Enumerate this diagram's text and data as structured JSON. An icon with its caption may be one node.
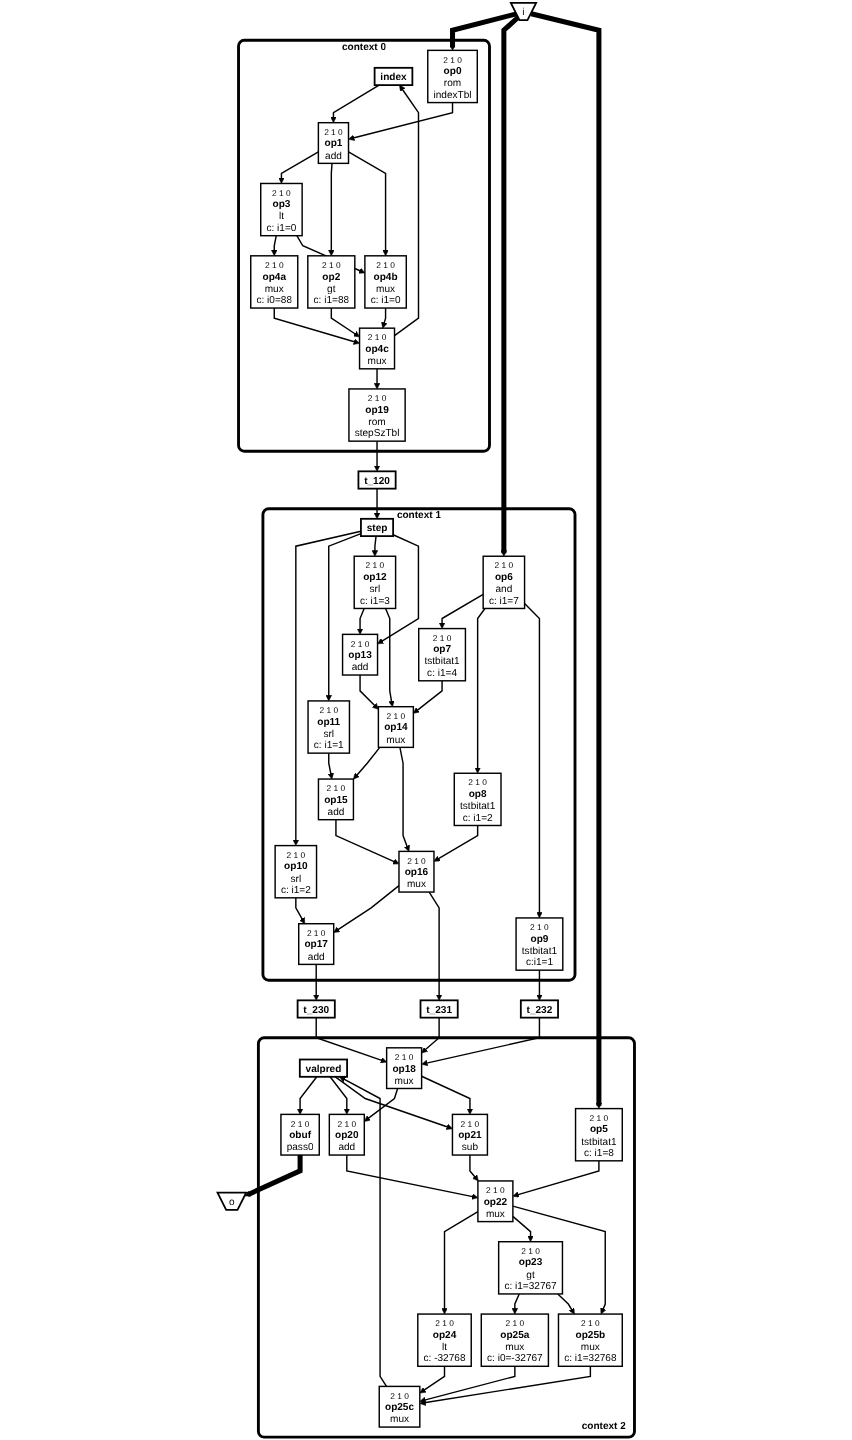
{
  "diagram": {
    "nodes": [
      {
        "text": [
          "i"
        ]
      },
      {
        "text": [
          "context 0"
        ]
      },
      {
        "text": [
          "2 1 0",
          "op0",
          "rom",
          "indexTbl"
        ],
        "in": 1
      },
      {
        "text": [
          "index"
        ],
        "in": 1
      },
      {
        "text": [
          "2 1 0",
          "op1",
          "add"
        ],
        "in": 1
      },
      {
        "text": [
          "2 1 0",
          "op3",
          "lt",
          "c: i1=0"
        ],
        "in": 1
      },
      {
        "text": [
          "2 1 0",
          "op2",
          "gt",
          "c: i1=88"
        ],
        "in": 1
      },
      {
        "text": [
          "2 1 0",
          "op4a",
          "mux",
          "c: i0=88"
        ],
        "in": 1
      },
      {
        "text": [
          "2 1 0",
          "op4b",
          "mux",
          "c: i1=0"
        ],
        "in": 1
      },
      {
        "text": [
          "2 1 0",
          "op4c",
          "mux"
        ],
        "in": 1
      },
      {
        "text": [
          "2 1 0",
          "op19",
          "rom",
          "stepSzTbl"
        ],
        "in": 1
      },
      {
        "text": [
          "context 1"
        ]
      },
      {
        "text": [
          "step"
        ],
        "in": 11
      },
      {
        "text": [
          "2 1 0",
          "op10",
          "srl",
          "c: i1=2"
        ],
        "in": 11
      },
      {
        "text": [
          "2 1 0",
          "op11",
          "srl",
          "c: i1=1"
        ],
        "in": 11
      },
      {
        "text": [
          "2 1 0",
          "op12",
          "srl",
          "c: i1=3"
        ],
        "in": 11
      },
      {
        "text": [
          "2 1 0",
          "op6",
          "and",
          "c: i1=7"
        ],
        "in": 11
      },
      {
        "text": [
          "2 1 0",
          "op13",
          "add"
        ],
        "in": 11
      },
      {
        "text": [
          "2 1 0",
          "op7",
          "tstbitat1",
          "c: i1=4"
        ],
        "in": 11
      },
      {
        "text": [
          "2 1 0",
          "op14",
          "mux"
        ],
        "in": 11
      },
      {
        "text": [
          "2 1 0",
          "op8",
          "tstbitat1",
          "c: i1=2"
        ],
        "in": 11
      },
      {
        "text": [
          "2 1 0",
          "op15",
          "add"
        ],
        "in": 11
      },
      {
        "text": [
          "2 1 0",
          "op16",
          "mux"
        ],
        "in": 11
      },
      {
        "text": [
          "2 1 0",
          "op17",
          "add"
        ],
        "in": 11
      },
      {
        "text": [
          "2 1 0",
          "op9",
          "tstbitat1",
          "c:i1=1"
        ],
        "in": 11
      },
      {
        "text": [
          "t_120"
        ]
      },
      {
        "text": [
          "t_230"
        ]
      },
      {
        "text": [
          "t_231"
        ]
      },
      {
        "text": [
          "t_232"
        ]
      },
      {
        "text": [
          "context 2"
        ]
      },
      {
        "text": [
          "2 1 0",
          "op18",
          "mux"
        ],
        "in": 29
      },
      {
        "text": [
          "valpred"
        ],
        "in": 29
      },
      {
        "text": [
          "2 1 0",
          "obuf",
          "pass0"
        ],
        "in": 29
      },
      {
        "text": [
          "2 1 0",
          "op20",
          "add"
        ],
        "in": 29
      },
      {
        "text": [
          "2 1 0",
          "op21",
          "sub"
        ],
        "in": 29
      },
      {
        "text": [
          "2 1 0",
          "op5",
          "tstbitat1",
          "c: i1=8"
        ],
        "in": 29
      },
      {
        "text": [
          "2 1 0",
          "op22",
          "mux"
        ],
        "in": 29
      },
      {
        "text": [
          "2 1 0",
          "op24",
          "lt",
          "c: -32768"
        ],
        "in": 29
      },
      {
        "text": [
          "2 1 0",
          "op23",
          "gt",
          "c: i1=32767"
        ],
        "in": 29
      },
      {
        "text": [
          "2 1 0",
          "op25a",
          "mux",
          "c: i0=-32767"
        ],
        "in": 29
      },
      {
        "text": [
          "2 1 0",
          "op25b",
          "mux",
          "c: i1=32768"
        ],
        "in": 29
      },
      {
        "text": [
          "2 1 0",
          "op25c",
          "mux"
        ],
        "in": 29
      },
      {
        "text": [
          "o"
        ]
      }
    ],
    "edges": [
      {
        "from": 0,
        "to": 2,
        "arrow": "to",
        "style": "thick"
      },
      {
        "from": 0,
        "to": 16,
        "arrow": "to",
        "style": "thick"
      },
      {
        "from": 0,
        "to": 35,
        "arrow": "to",
        "style": "thick"
      },
      {
        "from": 2,
        "to": 4,
        "arrow": "to"
      },
      {
        "from": 3,
        "to": 4,
        "arrow": "to"
      },
      {
        "from": 4,
        "to": 5,
        "arrow": "to"
      },
      {
        "from": 4,
        "to": 6,
        "arrow": "to"
      },
      {
        "from": 4,
        "to": 8,
        "arrow": "to"
      },
      {
        "from": 5,
        "to": 7,
        "arrow": "to"
      },
      {
        "from": 5,
        "to": 8,
        "arrow": "to"
      },
      {
        "from": 6,
        "to": 9,
        "arrow": "to"
      },
      {
        "from": 7,
        "to": 9,
        "arrow": "to"
      },
      {
        "from": 8,
        "to": 9,
        "arrow": "to"
      },
      {
        "from": 9,
        "to": 3,
        "arrow": "to"
      },
      {
        "from": 9,
        "to": 10,
        "arrow": "to"
      },
      {
        "from": 10,
        "to": 25,
        "arrow": "to"
      },
      {
        "from": 25,
        "to": 12,
        "arrow": "to"
      },
      {
        "from": 12,
        "to": 13,
        "arrow": "to"
      },
      {
        "from": 12,
        "to": 14,
        "arrow": "to"
      },
      {
        "from": 12,
        "to": 15,
        "arrow": "to"
      },
      {
        "from": 12,
        "to": 17,
        "arrow": "to"
      },
      {
        "from": 15,
        "to": 17,
        "arrow": "to"
      },
      {
        "from": 15,
        "to": 19,
        "arrow": "to"
      },
      {
        "from": 16,
        "to": 18,
        "arrow": "to"
      },
      {
        "from": 16,
        "to": 20,
        "arrow": "to"
      },
      {
        "from": 16,
        "to": 24,
        "arrow": "to"
      },
      {
        "from": 17,
        "to": 19,
        "arrow": "to"
      },
      {
        "from": 18,
        "to": 19,
        "arrow": "to"
      },
      {
        "from": 14,
        "to": 21,
        "arrow": "to"
      },
      {
        "from": 19,
        "to": 21,
        "arrow": "to"
      },
      {
        "from": 19,
        "to": 22,
        "arrow": "to"
      },
      {
        "from": 21,
        "to": 22,
        "arrow": "to"
      },
      {
        "from": 20,
        "to": 22,
        "arrow": "to"
      },
      {
        "from": 13,
        "to": 23,
        "arrow": "to"
      },
      {
        "from": 22,
        "to": 23,
        "arrow": "to"
      },
      {
        "from": 22,
        "to": 27,
        "arrow": "to"
      },
      {
        "from": 23,
        "to": 26,
        "arrow": "to"
      },
      {
        "from": 24,
        "to": 28,
        "arrow": "to"
      },
      {
        "from": 26,
        "to": 30,
        "arrow": "to"
      },
      {
        "from": 27,
        "to": 30,
        "arrow": "to"
      },
      {
        "from": 28,
        "to": 30,
        "arrow": "to"
      },
      {
        "from": 31,
        "to": 32,
        "arrow": "to"
      },
      {
        "from": 31,
        "to": 33,
        "arrow": "to"
      },
      {
        "from": 31,
        "to": 34,
        "arrow": "to"
      },
      {
        "from": 30,
        "to": 33,
        "arrow": "to"
      },
      {
        "from": 30,
        "to": 34,
        "arrow": "to"
      },
      {
        "from": 33,
        "to": 36,
        "arrow": "to"
      },
      {
        "from": 34,
        "to": 36,
        "arrow": "to"
      },
      {
        "from": 35,
        "to": 36,
        "arrow": "to"
      },
      {
        "from": 36,
        "to": 37,
        "arrow": "to"
      },
      {
        "from": 36,
        "to": 38,
        "arrow": "to"
      },
      {
        "from": 36,
        "to": 40,
        "arrow": "to"
      },
      {
        "from": 38,
        "to": 39,
        "arrow": "to"
      },
      {
        "from": 38,
        "to": 40,
        "arrow": "to"
      },
      {
        "from": 37,
        "to": 41,
        "arrow": "to"
      },
      {
        "from": 39,
        "to": 41,
        "arrow": "to"
      },
      {
        "from": 40,
        "to": 41,
        "arrow": "to"
      },
      {
        "from": 41,
        "to": 31,
        "arrow": "to"
      },
      {
        "from": 32,
        "to": 42,
        "arrow": "to",
        "style": "thick"
      }
    ]
  }
}
